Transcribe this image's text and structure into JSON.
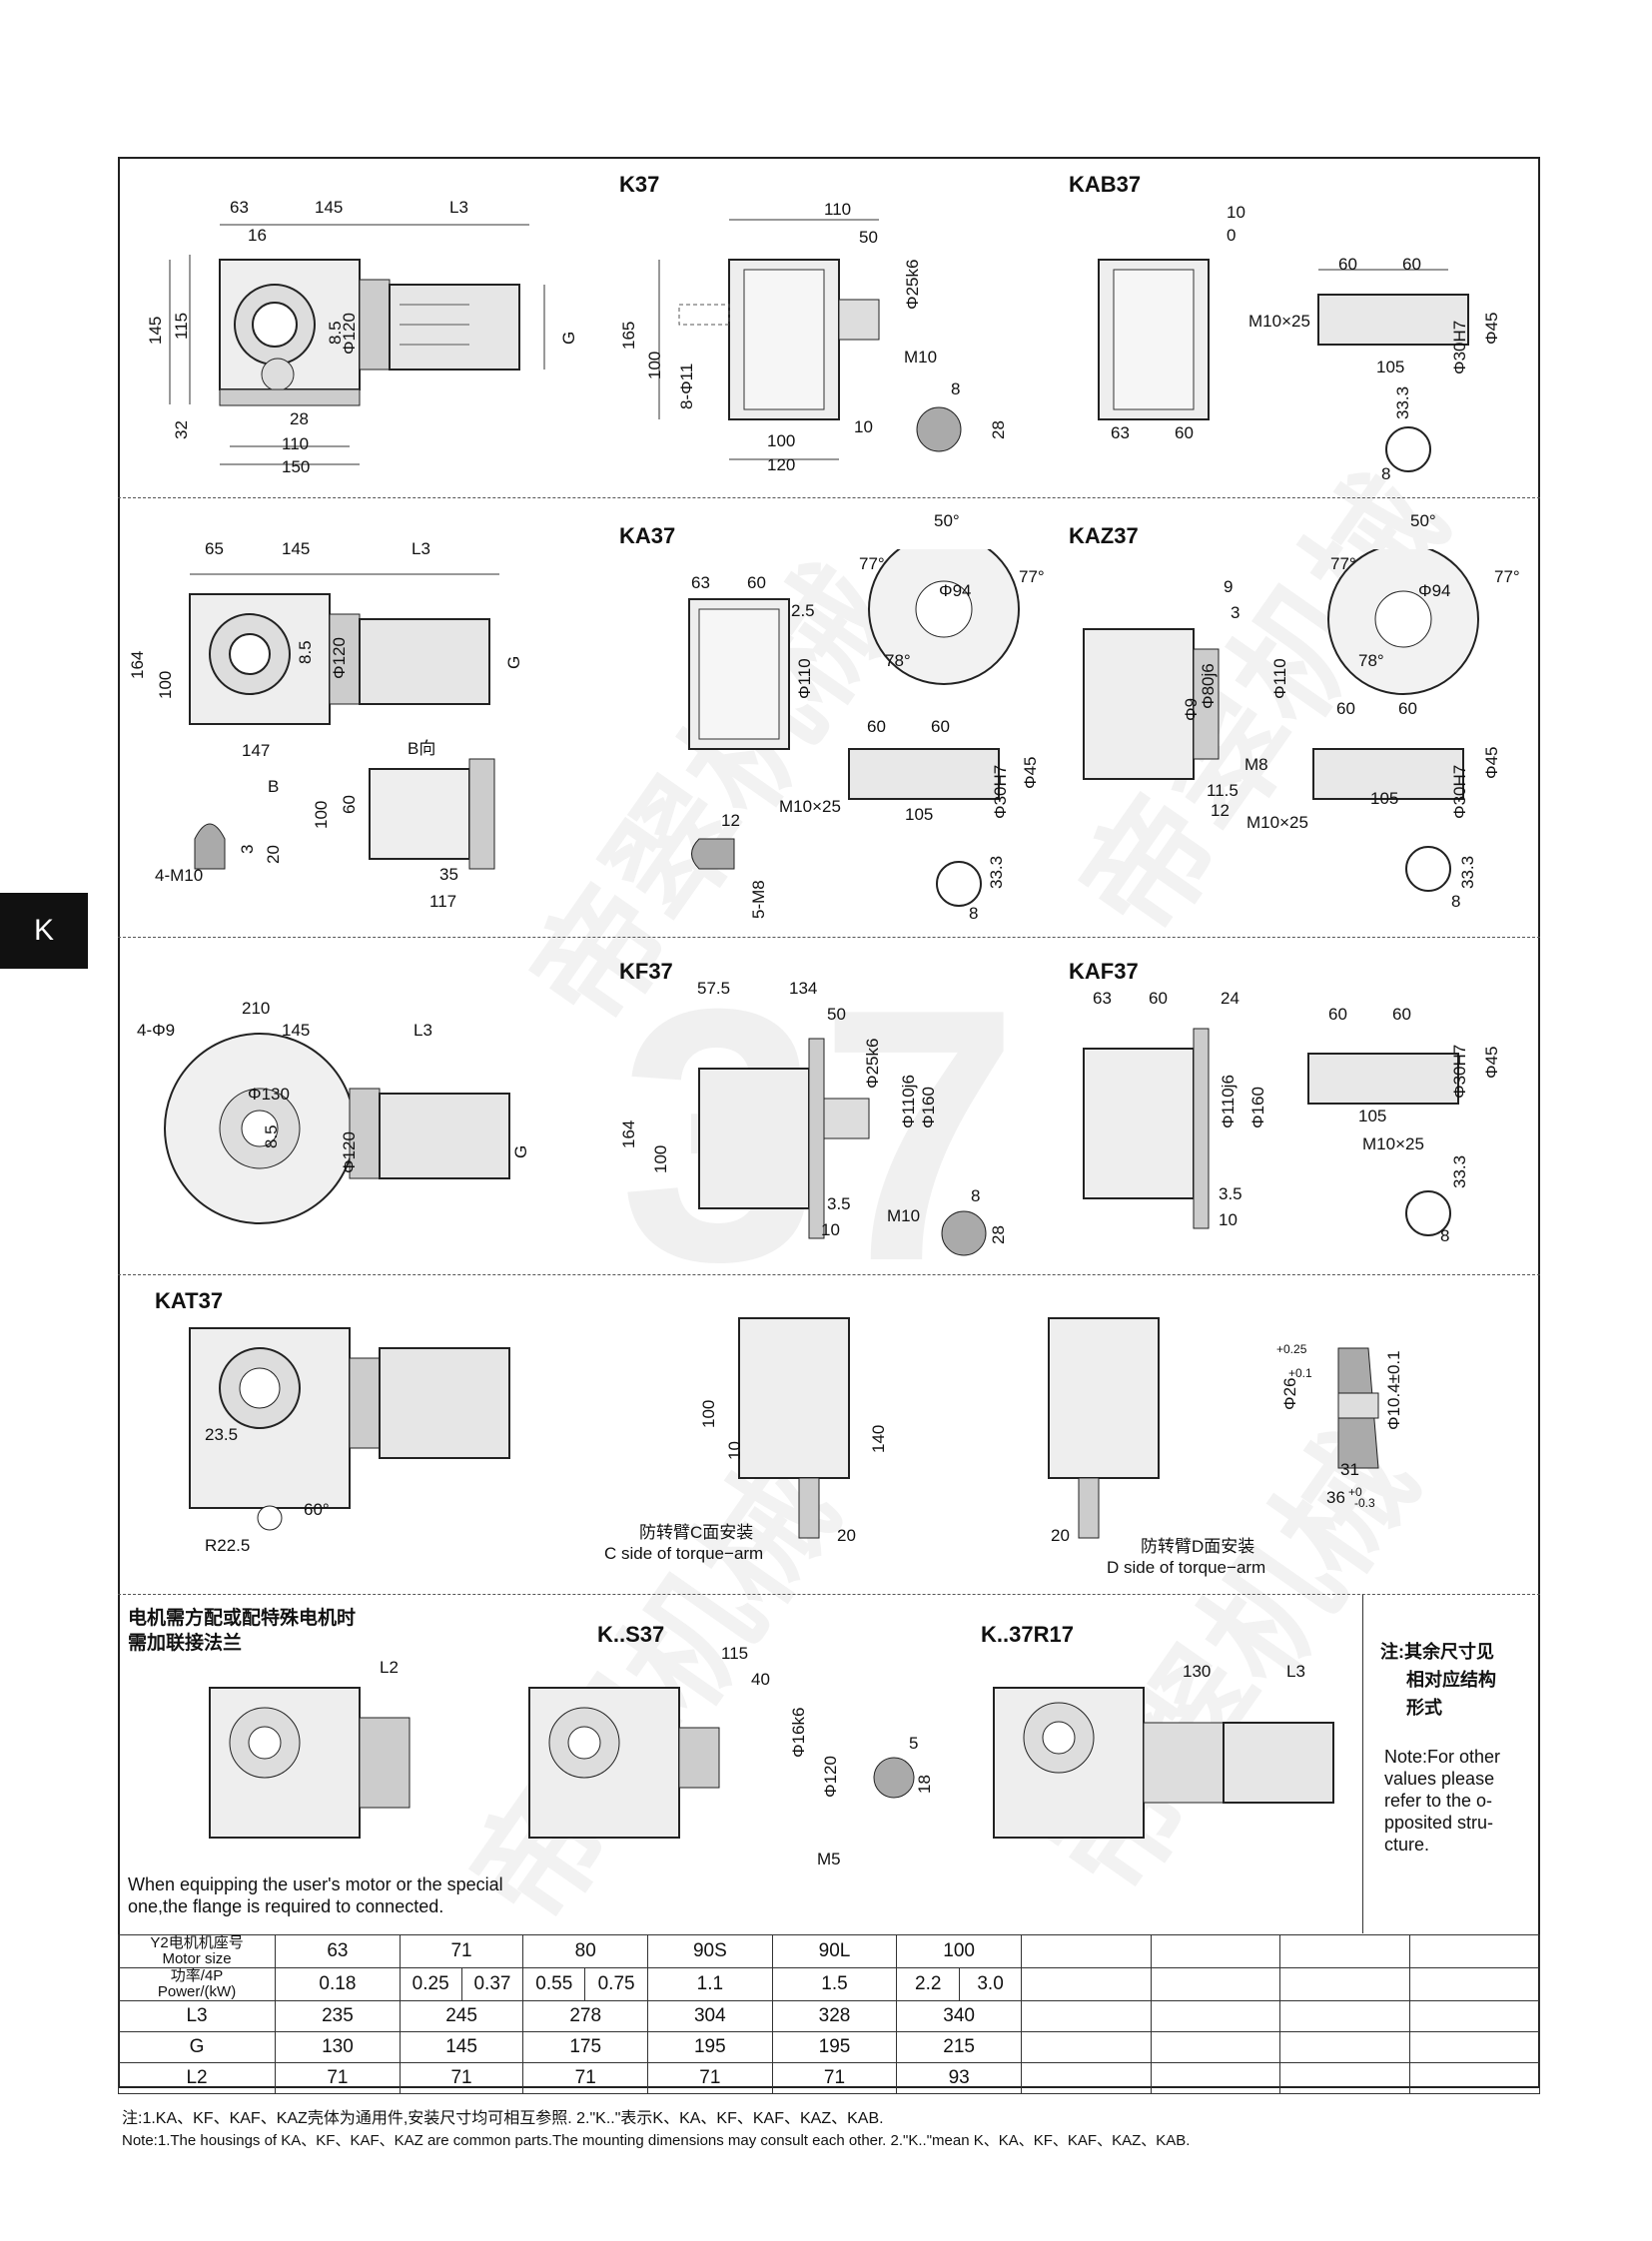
{
  "side_tab": "K",
  "watermark": "帝翠机械",
  "big_number": "37",
  "sections": {
    "k37": {
      "title": "K37",
      "dims_left": [
        "63",
        "145",
        "L3",
        "16",
        "8.5",
        "Φ120",
        "G",
        "145",
        "115",
        "32",
        "28",
        "110",
        "150"
      ],
      "dims_mid": [
        "110",
        "50",
        "Φ25k6",
        "165",
        "100",
        "8-Φ11",
        "M10",
        "100",
        "120",
        "10",
        "8",
        "28"
      ]
    },
    "kab37": {
      "title": "KAB37",
      "dims": [
        "10",
        "0",
        "60",
        "60",
        "Φ30H7",
        "Φ45",
        "M10×25",
        "105",
        "63",
        "60",
        "33.3",
        "8"
      ]
    },
    "ka37": {
      "title": "KA37",
      "dims_left": [
        "65",
        "145",
        "L3",
        "164",
        "100",
        "8.5",
        "Φ120",
        "G",
        "147",
        "B向",
        "B",
        "100",
        "60",
        "35",
        "117",
        "3",
        "20",
        "4-M10"
      ],
      "dims_mid": [
        "63",
        "60",
        "2.5",
        "Φ110",
        "50°",
        "77°",
        "77°",
        "78°",
        "Φ94",
        "60",
        "60",
        "Φ30H7",
        "Φ45",
        "M10×25",
        "105",
        "12",
        "5-M8",
        "33.3",
        "8"
      ]
    },
    "kaz37": {
      "title": "KAZ37",
      "dims": [
        "9",
        "3",
        "Φ80j6",
        "Φ110",
        "Φ9",
        "M8",
        "11.5",
        "12",
        "50°",
        "77°",
        "77°",
        "78°",
        "Φ94",
        "60",
        "60",
        "Φ30H7",
        "Φ45",
        "M10×25",
        "105",
        "33.3",
        "8"
      ]
    },
    "kf37": {
      "title": "KF37",
      "dims_left": [
        "210",
        "4-Φ9",
        "145",
        "L3",
        "Φ130",
        "8.5",
        "Φ120",
        "G"
      ],
      "dims_mid": [
        "57.5",
        "134",
        "50",
        "Φ25k6",
        "Φ110j6",
        "Φ160",
        "164",
        "100",
        "3.5",
        "10",
        "M10",
        "8",
        "28"
      ]
    },
    "kaf37": {
      "title": "KAF37",
      "dims": [
        "63",
        "60",
        "24",
        "Φ110j6",
        "Φ160",
        "3.5",
        "10",
        "60",
        "60",
        "Φ30H7",
        "Φ45",
        "105",
        "M10×25",
        "33.3",
        "8"
      ]
    },
    "kat37": {
      "title": "KAT37",
      "dims": [
        "23.5",
        "R22.5",
        "60°",
        "100",
        "10",
        "140",
        "20",
        "20",
        "Φ26",
        "+0.25",
        "+0.1",
        "Φ10.4±0.1",
        "31",
        "36",
        "+0",
        "-0.3"
      ],
      "caption_c_cn": "防转臂C面安装",
      "caption_c_en": "C side of torque−arm",
      "caption_d_cn": "防转臂D面安装",
      "caption_d_en": "D side of torque−arm"
    },
    "flange": {
      "note_cn_1": "电机需方配或配特殊电机时",
      "note_cn_2": "需加联接法兰",
      "dim": "L2",
      "note_en_1": "When equipping the user's motor or the special",
      "note_en_2": "one,the flange is required to connected."
    },
    "ks37": {
      "title": "K..S37",
      "dims": [
        "115",
        "40",
        "Φ16k6",
        "Φ120",
        "M5",
        "5",
        "18"
      ]
    },
    "k37r17": {
      "title": "K..37R17",
      "dims": [
        "130",
        "L3"
      ]
    },
    "remark": {
      "cn_1": "注:其余尺寸见",
      "cn_2": "相对应结构",
      "cn_3": "形式",
      "en_1": "Note:For other",
      "en_2": "values please",
      "en_3": "refer to the o-",
      "en_4": "pposited stru-",
      "en_5": "cture."
    }
  },
  "table": {
    "motor_size_cn": "Y2电机机座号",
    "motor_size_en": "Motor size",
    "power_cn": "功率/4P",
    "power_en": "Power/(kW)",
    "motor_sizes": [
      "63",
      "71",
      "80",
      "90S",
      "90L",
      "100"
    ],
    "powers": [
      "0.18",
      "0.25",
      "0.37",
      "0.55",
      "0.75",
      "1.1",
      "1.5",
      "2.2",
      "3.0"
    ],
    "rows": [
      {
        "label": "L3",
        "values": [
          "235",
          "245",
          "278",
          "304",
          "328",
          "340"
        ]
      },
      {
        "label": "G",
        "values": [
          "130",
          "145",
          "175",
          "195",
          "195",
          "215"
        ]
      },
      {
        "label": "L2",
        "values": [
          "71",
          "71",
          "71",
          "71",
          "71",
          "93"
        ]
      }
    ]
  },
  "footnote_cn": "注:1.KA、KF、KAF、KAZ壳体为通用件,安装尺寸均可相互参照.    2.\"K..\"表示K、KA、KF、KAF、KAZ、KAB.",
  "footnote_en": "Note:1.The housings of KA、KF、KAF、KAZ are common parts.The mounting dimensions may consult each other. 2.\"K..\"mean K、KA、KF、KAF、KAZ、KAB."
}
